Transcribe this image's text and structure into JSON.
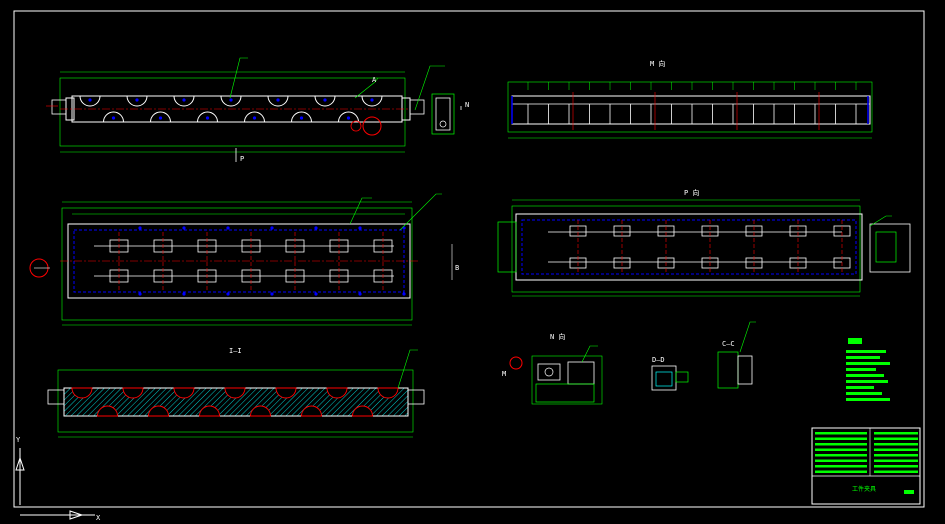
{
  "labels": {
    "view_m": "M 向",
    "view_p_mark": "P",
    "view_p": "P 向",
    "view_n_mark": "N",
    "view_n": "N 向",
    "section_ii": "I—I",
    "section_dd": "D—D",
    "section_cc": "C—C",
    "mark_a": "A",
    "mark_b": "B",
    "mark_m": "M",
    "title_block_name": "工件夹具"
  },
  "ucs": {
    "y_axis": "Y",
    "x_axis": "X"
  },
  "colors": {
    "background": "#000000",
    "outline": "#ffffff",
    "dimension": "#00ff00",
    "hidden": "#0000ff",
    "centerline": "#ff0000",
    "hatch": "#00ffff",
    "highlight": "#ff0000",
    "leader": "#00ff00"
  }
}
